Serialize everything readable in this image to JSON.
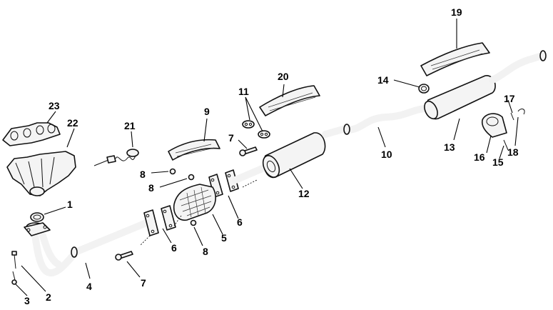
{
  "labels": {
    "p1": "1",
    "p2": "2",
    "p3": "3",
    "p4": "4",
    "p5": "5",
    "p6a": "6",
    "p6b": "6",
    "p7a": "7",
    "p7b": "7",
    "p8a": "8",
    "p8b": "8",
    "p8c": "8",
    "p9": "9",
    "p10": "10",
    "p11": "11",
    "p12": "12",
    "p13": "13",
    "p14": "14",
    "p15": "15",
    "p16": "16",
    "p17": "17",
    "p18": "18",
    "p19": "19",
    "p20": "20",
    "p21": "21",
    "p22": "22",
    "p23": "23"
  }
}
